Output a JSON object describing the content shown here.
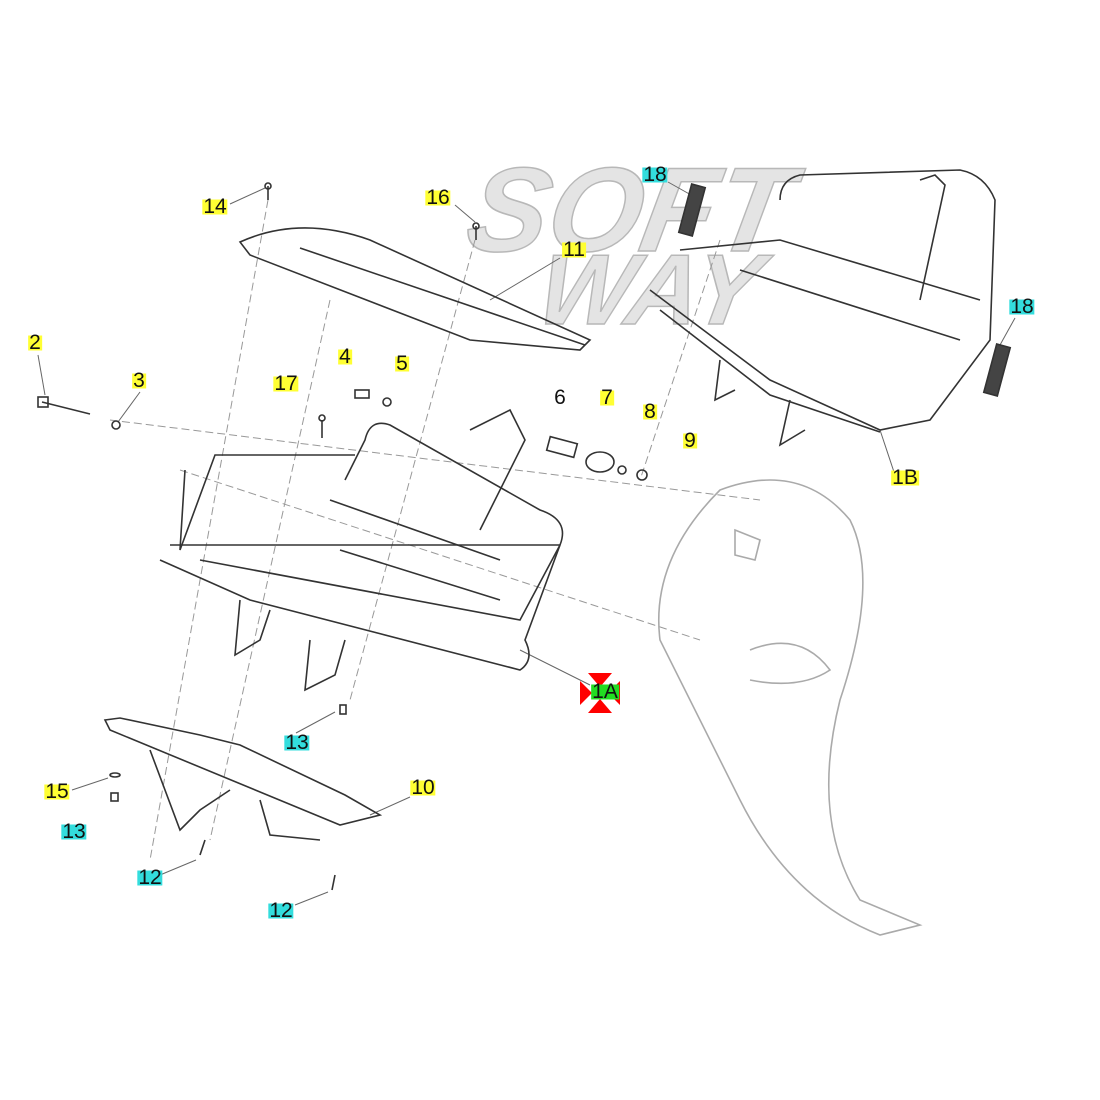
{
  "diagram": {
    "watermark": [
      "SOFT",
      "WAY"
    ],
    "selected_part": "1A",
    "colors": {
      "yellow": "#ffff33",
      "cyan": "#33dddd",
      "green": "#22dd22",
      "marker": "#ff0000"
    },
    "callouts": [
      {
        "id": "14",
        "hl": "yellow"
      },
      {
        "id": "16",
        "hl": "yellow"
      },
      {
        "id": "18",
        "hl": "cyan"
      },
      {
        "id": "11",
        "hl": "yellow"
      },
      {
        "id": "18",
        "hl": "cyan"
      },
      {
        "id": "2",
        "hl": "yellow"
      },
      {
        "id": "3",
        "hl": "yellow"
      },
      {
        "id": "4",
        "hl": "yellow"
      },
      {
        "id": "5",
        "hl": "yellow"
      },
      {
        "id": "17",
        "hl": "yellow"
      },
      {
        "id": "6",
        "hl": "none"
      },
      {
        "id": "7",
        "hl": "yellow"
      },
      {
        "id": "8",
        "hl": "yellow"
      },
      {
        "id": "9",
        "hl": "yellow"
      },
      {
        "id": "1B",
        "hl": "yellow"
      },
      {
        "id": "1A",
        "hl": "green"
      },
      {
        "id": "13",
        "hl": "cyan"
      },
      {
        "id": "15",
        "hl": "yellow"
      },
      {
        "id": "10",
        "hl": "yellow"
      },
      {
        "id": "13",
        "hl": "cyan"
      },
      {
        "id": "12",
        "hl": "cyan"
      },
      {
        "id": "12",
        "hl": "cyan"
      }
    ]
  }
}
